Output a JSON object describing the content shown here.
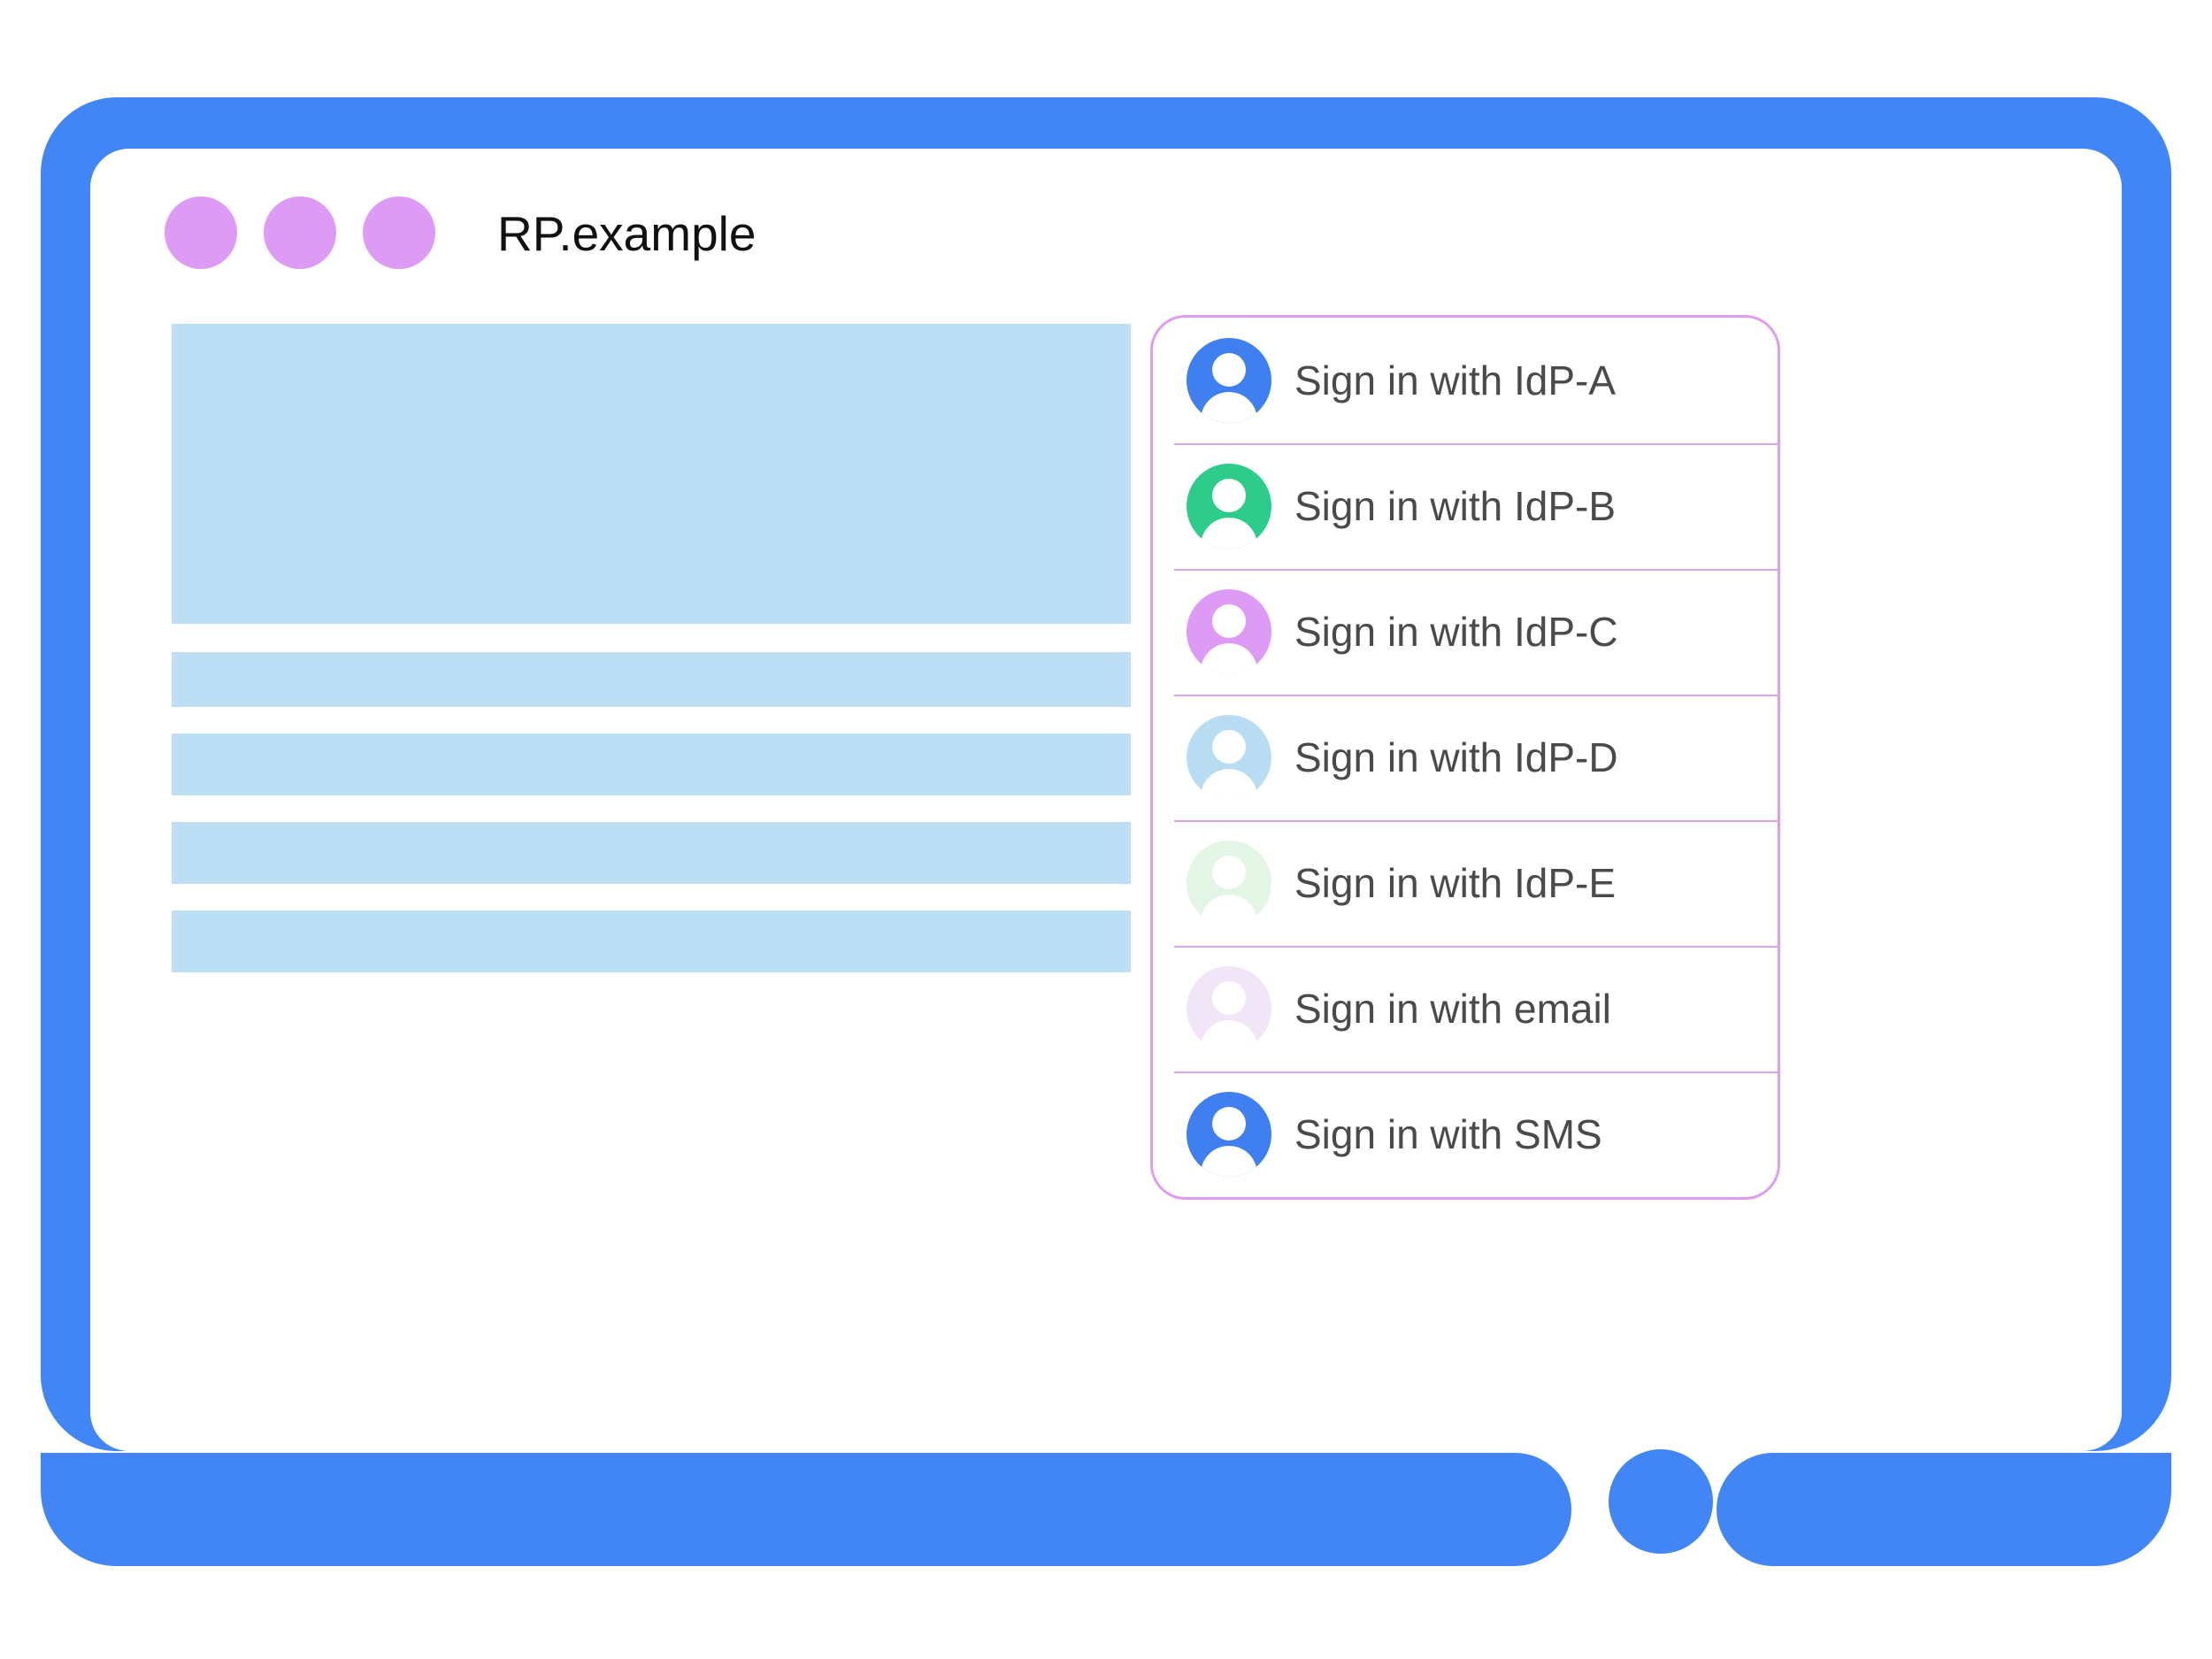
{
  "colors": {
    "frame_blue": "#4285f4",
    "dot_purple": "#dd9bf5",
    "placeholder_blue": "#bcdff5",
    "panel_border": "#dd9bf5",
    "divider": "#d8a6e8",
    "label_color": "#4a4a4a"
  },
  "titlebar": {
    "title": "RP.example",
    "dots": [
      "window-dot-1",
      "window-dot-2",
      "window-dot-3"
    ]
  },
  "content": {
    "placeholders": [
      {
        "name": "hero-placeholder",
        "kind": "hero"
      },
      {
        "name": "text-placeholder-1",
        "kind": "bar"
      },
      {
        "name": "text-placeholder-2",
        "kind": "bar-tall"
      },
      {
        "name": "text-placeholder-3",
        "kind": "bar-tall"
      },
      {
        "name": "text-placeholder-4",
        "kind": "bar-tall"
      }
    ]
  },
  "signin_panel": {
    "items": [
      {
        "label": "Sign in with IdP-A",
        "icon": "account-avatar-icon",
        "avatar_color": "#3f7ff0"
      },
      {
        "label": "Sign in with IdP-B",
        "icon": "account-avatar-icon",
        "avatar_color": "#2ecc8a"
      },
      {
        "label": "Sign in with IdP-C",
        "icon": "account-avatar-icon",
        "avatar_color": "#dd9bf5"
      },
      {
        "label": "Sign in with IdP-D",
        "icon": "account-avatar-icon",
        "avatar_color": "#b8ddf2"
      },
      {
        "label": "Sign in with IdP-E",
        "icon": "account-avatar-icon",
        "avatar_color": "#e3f5e4"
      },
      {
        "label": "Sign in with email",
        "icon": "account-avatar-icon",
        "avatar_color": "#f0e6f7"
      },
      {
        "label": "Sign in with SMS",
        "icon": "account-avatar-icon",
        "avatar_color": "#3f7ff0"
      }
    ]
  }
}
